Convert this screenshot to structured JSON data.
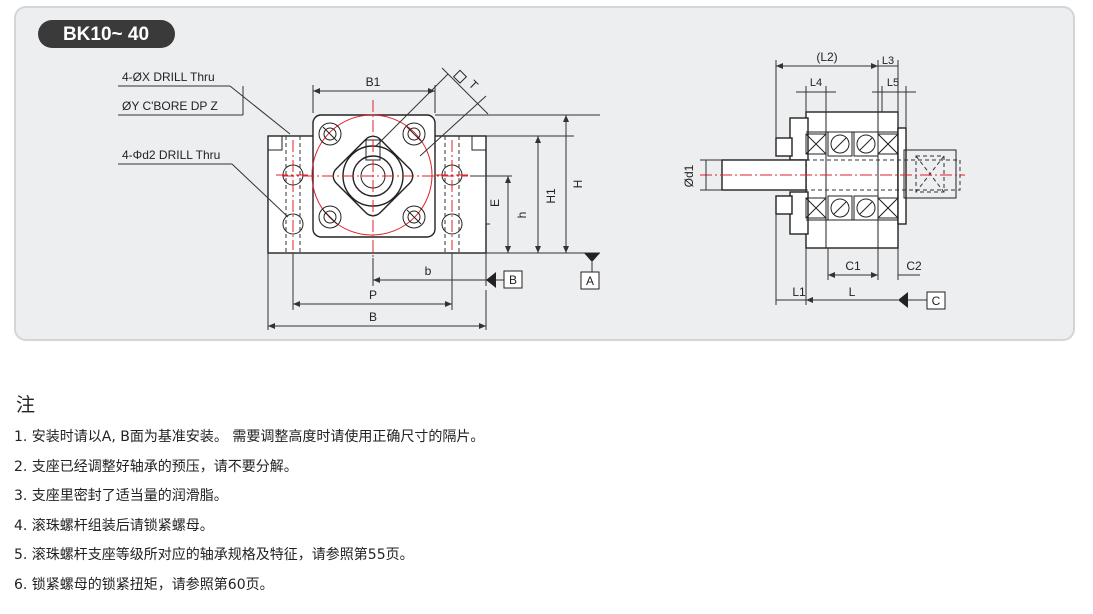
{
  "title": "BK10~ 40",
  "colors": {
    "accent_red": "#e0202a",
    "panel_bg": "#eceef0",
    "badge_bg": "#3a3a3a"
  },
  "front_view": {
    "callouts": [
      "4-ØX DRILL Thru",
      "ØY C'BORE  DP Z",
      "4-Φd2 DRILL Thru"
    ],
    "dims": {
      "B1": "B1",
      "T": "T",
      "H": "H",
      "H1": "H1",
      "h": "h",
      "E": "E",
      "b": "b",
      "P": "P",
      "B": "B"
    },
    "datums": {
      "A": "A",
      "B": "B"
    }
  },
  "side_view": {
    "dims": {
      "L2": "(L2)",
      "L3": "L3",
      "L4": "L4",
      "L5": "L5",
      "d1": "Ød1",
      "C1": "C1",
      "C2": "C2",
      "L1": "L1",
      "L": "L"
    },
    "datums": {
      "C": "C"
    }
  },
  "notes": {
    "title": "注",
    "items": [
      "1. 安装时请以A, B面为基准安装。 需要调整高度时请使用正确尺寸的隔片。",
      "2. 支座已经调整好轴承的预压，请不要分解。",
      "3. 支座里密封了适当量的润滑脂。",
      "4. 滚珠螺杆组装后请锁紧螺母。",
      "5. 滚珠螺杆支座等级所对应的轴承规格及特征，请参照第55页。",
      "6. 锁紧螺母的锁紧扭矩，请参照第60页。"
    ]
  }
}
